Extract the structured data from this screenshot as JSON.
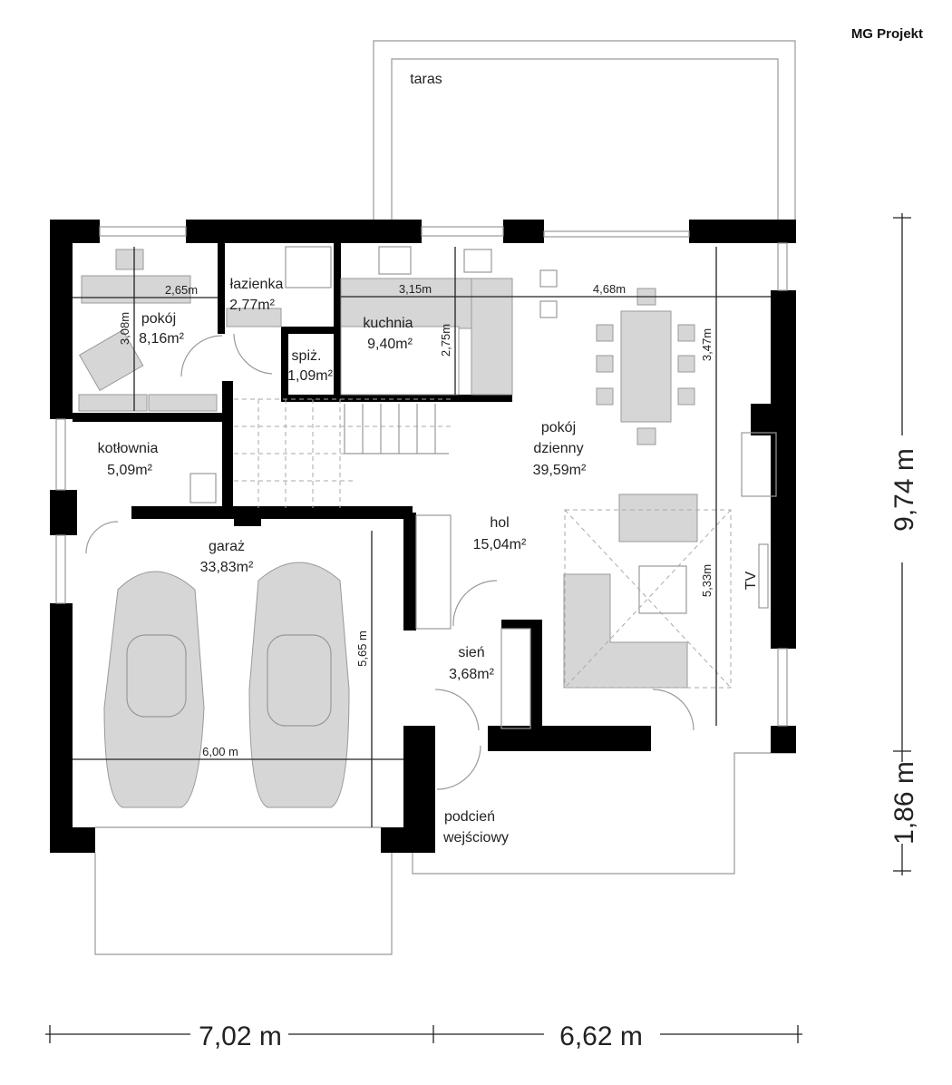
{
  "logo": "MG Projekt",
  "rooms": {
    "taras": {
      "name": "taras"
    },
    "pokoj": {
      "name": "pokój",
      "area": "8,16m²"
    },
    "lazienka": {
      "name": "łazienka",
      "area": "2,77m²"
    },
    "kuchnia": {
      "name": "kuchnia",
      "area": "9,40m²"
    },
    "spiz": {
      "name": "spiż.",
      "area": "1,09m²"
    },
    "kotlownia": {
      "name": "kotłownia",
      "area": "5,09m²"
    },
    "pokoj_dzienny": {
      "name1": "pokój",
      "name2": "dzienny",
      "area": "39,59m²"
    },
    "hol": {
      "name": "hol",
      "area": "15,04m²"
    },
    "garaz": {
      "name": "garaż",
      "area": "33,83m²"
    },
    "sien": {
      "name": "sień",
      "area": "3,68m²"
    },
    "podcien": {
      "name1": "podcień",
      "name2": "wejściowy"
    }
  },
  "labels": {
    "tv": "TV"
  },
  "dimensions": {
    "pokoj_width": "2,65m",
    "pokoj_depth": "3,08m",
    "kuchnia_width": "3,15m",
    "kuchnia_depth": "2,75m",
    "dzienny_width": "4,68m",
    "dzienny_depth_top": "3,47m",
    "dzienny_depth_bottom": "5,33m",
    "garaz_width": "6,00 m",
    "garaz_depth": "5,65 m",
    "overall_left": "7,02 m",
    "overall_right": "6,62 m",
    "overall_height_main": "9,74 m",
    "overall_height_porch": "1,86 m"
  }
}
